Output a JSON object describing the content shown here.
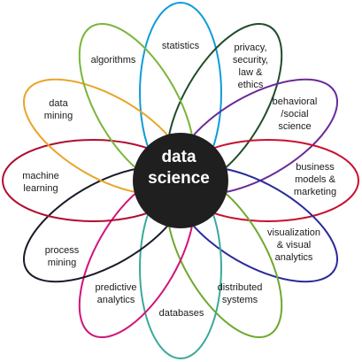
{
  "center": {
    "line1": "data",
    "line2": "science",
    "fill": "#1f1f1f"
  },
  "petals": [
    {
      "id": "statistics",
      "label": "statistics",
      "color": "#0f9bd8"
    },
    {
      "id": "privacy",
      "label": "privacy,\nsecurity,\nlaw &\nethics",
      "color": "#1f4d2a"
    },
    {
      "id": "behavioral",
      "label": "behavioral\n/social\nscience",
      "color": "#6a2a9a"
    },
    {
      "id": "business",
      "label": "business\nmodels &\nmarketing",
      "color": "#c8102e"
    },
    {
      "id": "visualization",
      "label": "visualization\n& visual\nanalytics",
      "color": "#2a2a9a"
    },
    {
      "id": "distributed",
      "label": "distributed\nsystems",
      "color": "#6fa82f"
    },
    {
      "id": "databases",
      "label": "databases",
      "color": "#3aa99a"
    },
    {
      "id": "predictive",
      "label": "predictive\nanalytics",
      "color": "#d0147a"
    },
    {
      "id": "process",
      "label": "process\nmining",
      "color": "#1a1a2a"
    },
    {
      "id": "machine",
      "label": "machine\nlearning",
      "color": "#b00d2e"
    },
    {
      "id": "datamining",
      "label": "data\nmining",
      "color": "#e8a52a"
    },
    {
      "id": "algorithms",
      "label": "algorithms",
      "color": "#7ab53a"
    }
  ]
}
